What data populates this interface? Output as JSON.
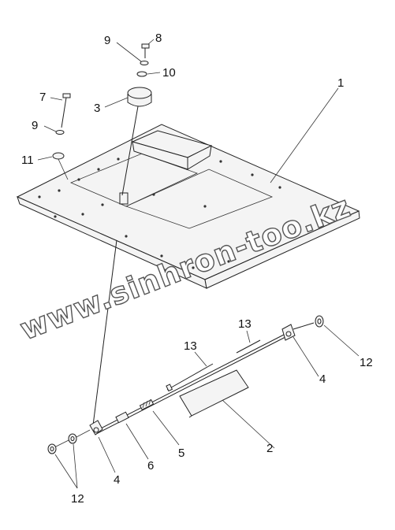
{
  "watermark": "www.sinhron-too.kz",
  "callouts": {
    "c1": "1",
    "c2": "2",
    "c3": "3",
    "c4a": "4",
    "c4b": "4",
    "c5": "5",
    "c6": "6",
    "c7": "7",
    "c8": "8",
    "c9a": "9",
    "c9b": "9",
    "c10": "10",
    "c11": "11",
    "c12a": "12",
    "c12b": "12",
    "c13a": "13",
    "c13b": "13"
  },
  "colors": {
    "line": "#222222",
    "watermark_outline": "#555555"
  }
}
